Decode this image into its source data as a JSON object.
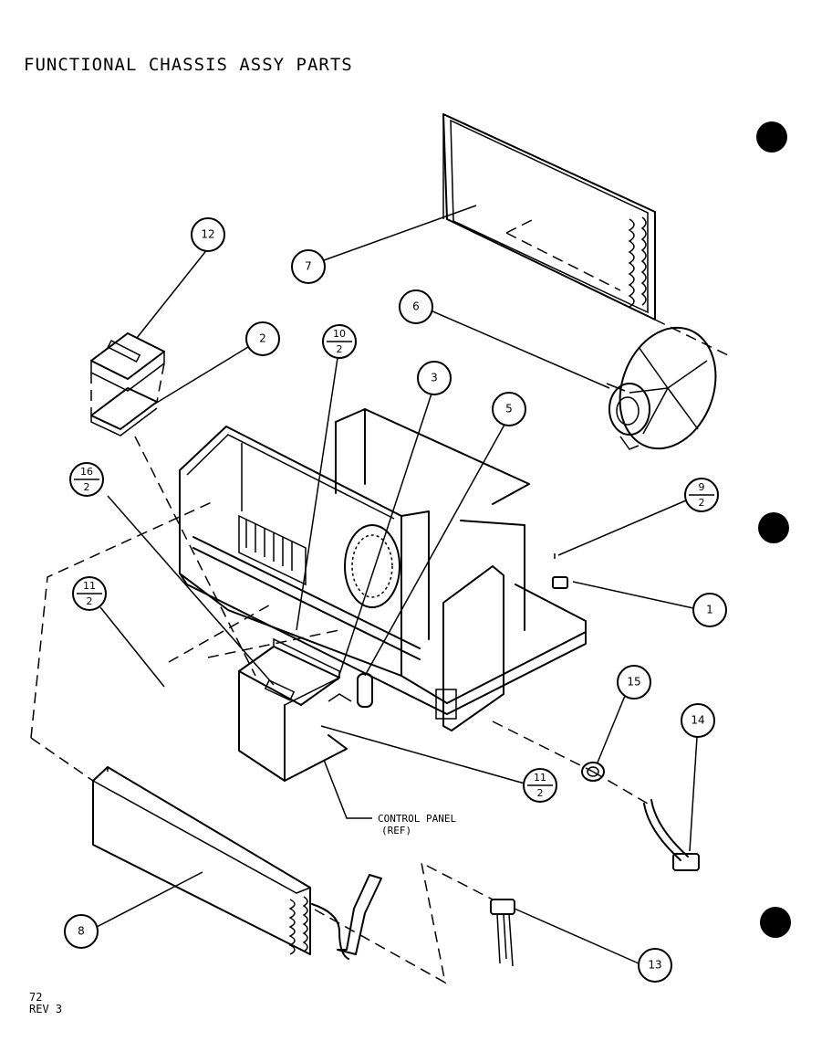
{
  "title": "FUNCTIONAL CHASSIS ASSY PARTS",
  "footer": {
    "page": "72",
    "rev": "REV 3"
  },
  "callouts": [
    {
      "id": "c12",
      "text": "12"
    },
    {
      "id": "c2",
      "text": "2"
    },
    {
      "id": "c10_2",
      "num": "10",
      "den": "2"
    },
    {
      "id": "c3",
      "text": "3"
    },
    {
      "id": "c5",
      "text": "5"
    },
    {
      "id": "c6",
      "text": "6"
    },
    {
      "id": "c7",
      "text": "7"
    },
    {
      "id": "c16_2",
      "num": "16",
      "den": "2"
    },
    {
      "id": "c11_2a",
      "num": "11",
      "den": "2"
    },
    {
      "id": "c9_2",
      "num": "9",
      "den": "2"
    },
    {
      "id": "c1",
      "text": "1"
    },
    {
      "id": "c15",
      "text": "15"
    },
    {
      "id": "c14",
      "text": "14"
    },
    {
      "id": "c11_2b",
      "num": "11",
      "den": "2"
    },
    {
      "id": "c8",
      "text": "8"
    },
    {
      "id": "c13",
      "text": "13"
    }
  ],
  "control_panel_label": {
    "line1": "CONTROL PANEL",
    "line2": "(REF)"
  }
}
